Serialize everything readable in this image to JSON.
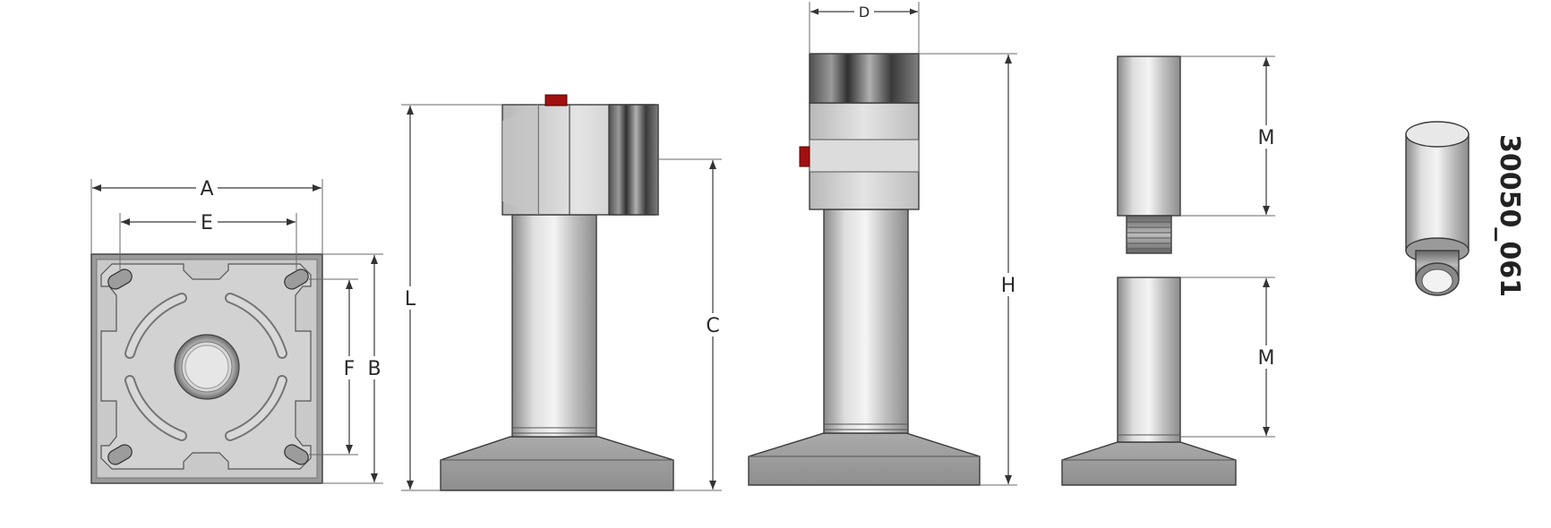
{
  "labels": {
    "A": "A",
    "B": "B",
    "C": "C",
    "D": "D",
    "E": "E",
    "F": "F",
    "H": "H",
    "L": "L",
    "M_top": "M",
    "M_bottom": "M"
  },
  "part_code": "30050_061",
  "colors": {
    "metal": "#c8c8c8",
    "base": "#9a9a9a",
    "red_indicator": "#a01010",
    "dark_band": "#404040"
  }
}
